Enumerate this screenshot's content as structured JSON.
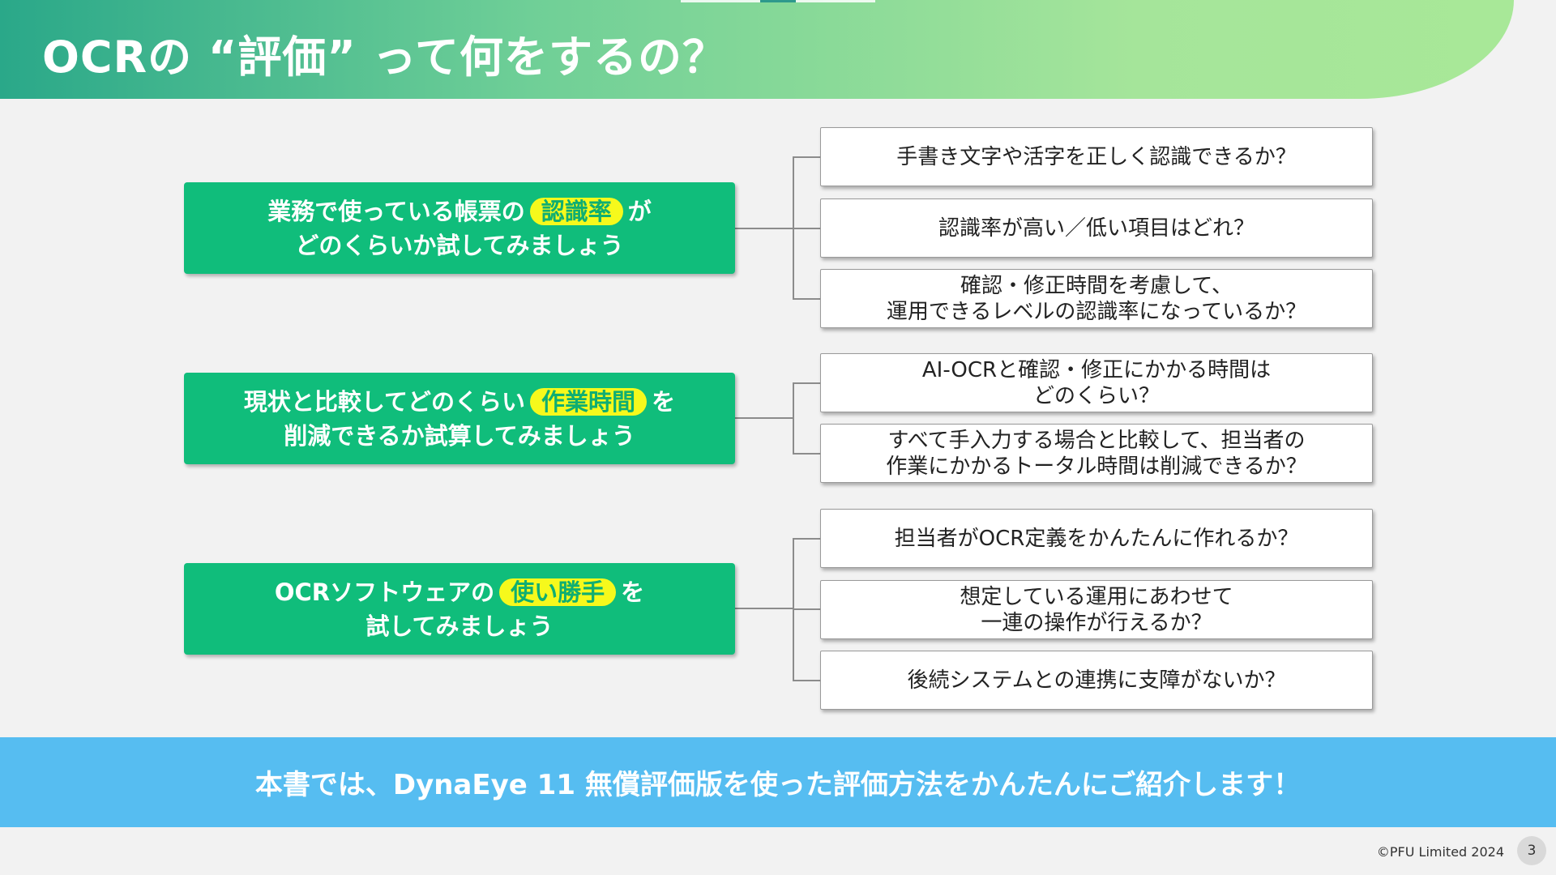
{
  "title": "OCRの “評価” って何をするの？",
  "goals": [
    {
      "line1_before": "業務で使っている帳票の",
      "highlight": "認識率",
      "line1_after": "が",
      "line2": "どのくらいか試してみましょう"
    },
    {
      "line1_before": "現状と比較してどのくらい",
      "highlight": "作業時間",
      "line1_after": "を",
      "line2": "削減できるか試算してみましょう"
    },
    {
      "line1_before": "OCRソフトウェアの",
      "highlight": "使い勝手",
      "line1_after": "を",
      "line2": "試してみましょう"
    }
  ],
  "questions": [
    {
      "line1": "手書き文字や活字を正しく認識できるか？",
      "line2": ""
    },
    {
      "line1": "認識率が高い／低い項目はどれ？",
      "line2": ""
    },
    {
      "line1": "確認・修正時間を考慮して、",
      "line2": "運用できるレベルの認識率になっているか？"
    },
    {
      "line1": "AI-OCRと確認・修正にかかる時間は",
      "line2": "どのくらい？"
    },
    {
      "line1": "すべて手入力する場合と比較して、担当者の",
      "line2": "作業にかかるトータル時間は削減できるか？"
    },
    {
      "line1": "担当者がOCR定義をかんたんに作れるか？",
      "line2": ""
    },
    {
      "line1": "想定している運用にあわせて",
      "line2": "一連の操作が行えるか？"
    },
    {
      "line1": "後続システムとの連携に支障がないか？",
      "line2": ""
    }
  ],
  "banner": "本書では、DynaEye 11 無償評価版を使った評価方法をかんたんにご紹介します！",
  "footer": {
    "copyright": "©PFU Limited 2024",
    "page": "3"
  },
  "colors": {
    "goal_green": "#10bd7b",
    "highlight_yellow": "#f6f91c",
    "banner_blue": "#56bdf1"
  }
}
